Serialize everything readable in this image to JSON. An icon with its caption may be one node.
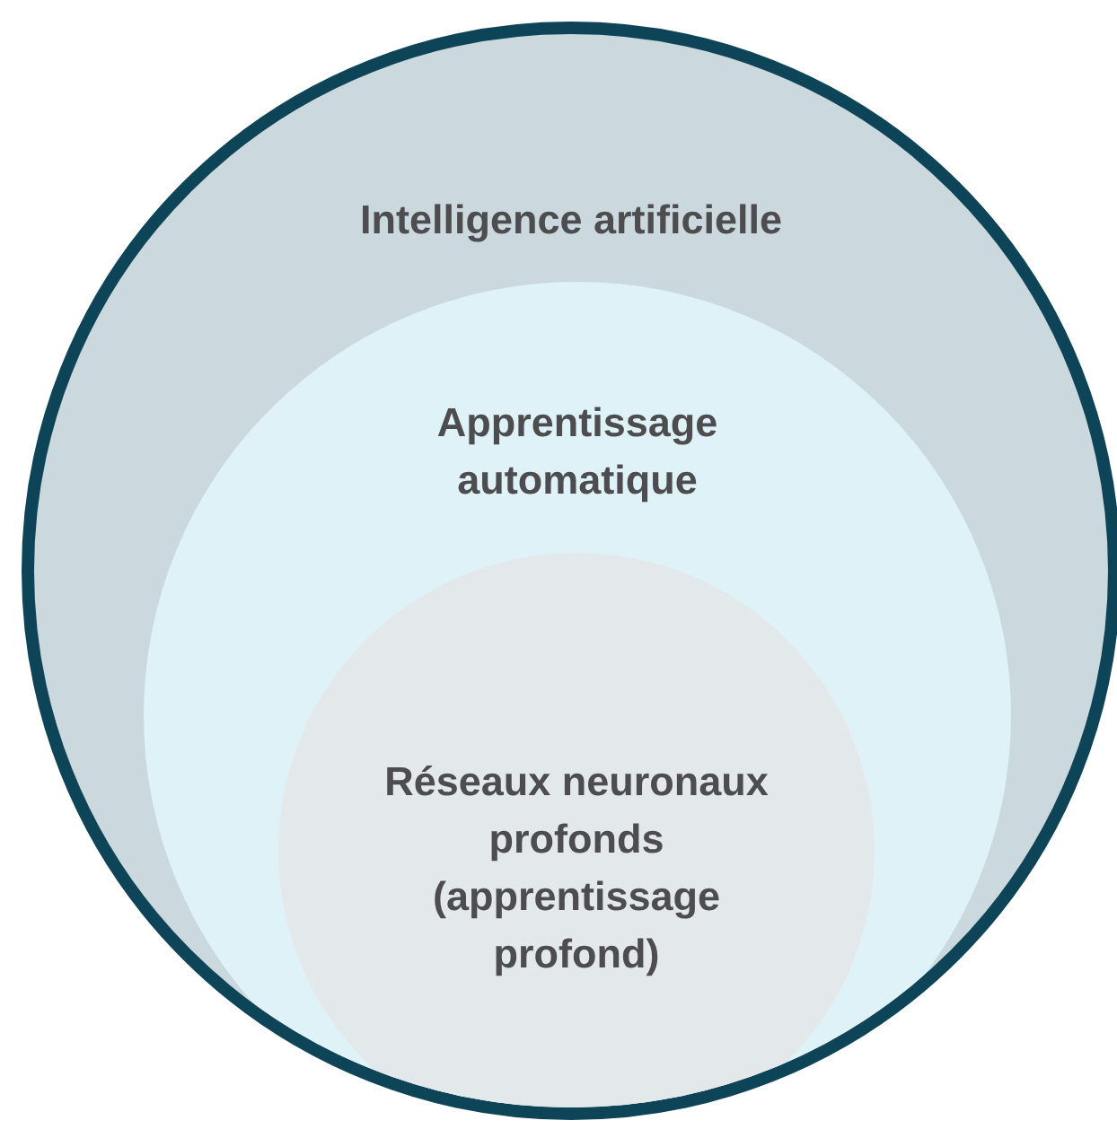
{
  "diagram": {
    "nodes": [
      {
        "text": [
          "Intelligence artificielle"
        ]
      },
      {
        "text": [
          "Apprentissage automatique"
        ],
        "in": 0
      },
      {
        "text": [
          "Réseaux neuronaux profonds (apprentissage profond)"
        ],
        "in": 1
      }
    ]
  }
}
